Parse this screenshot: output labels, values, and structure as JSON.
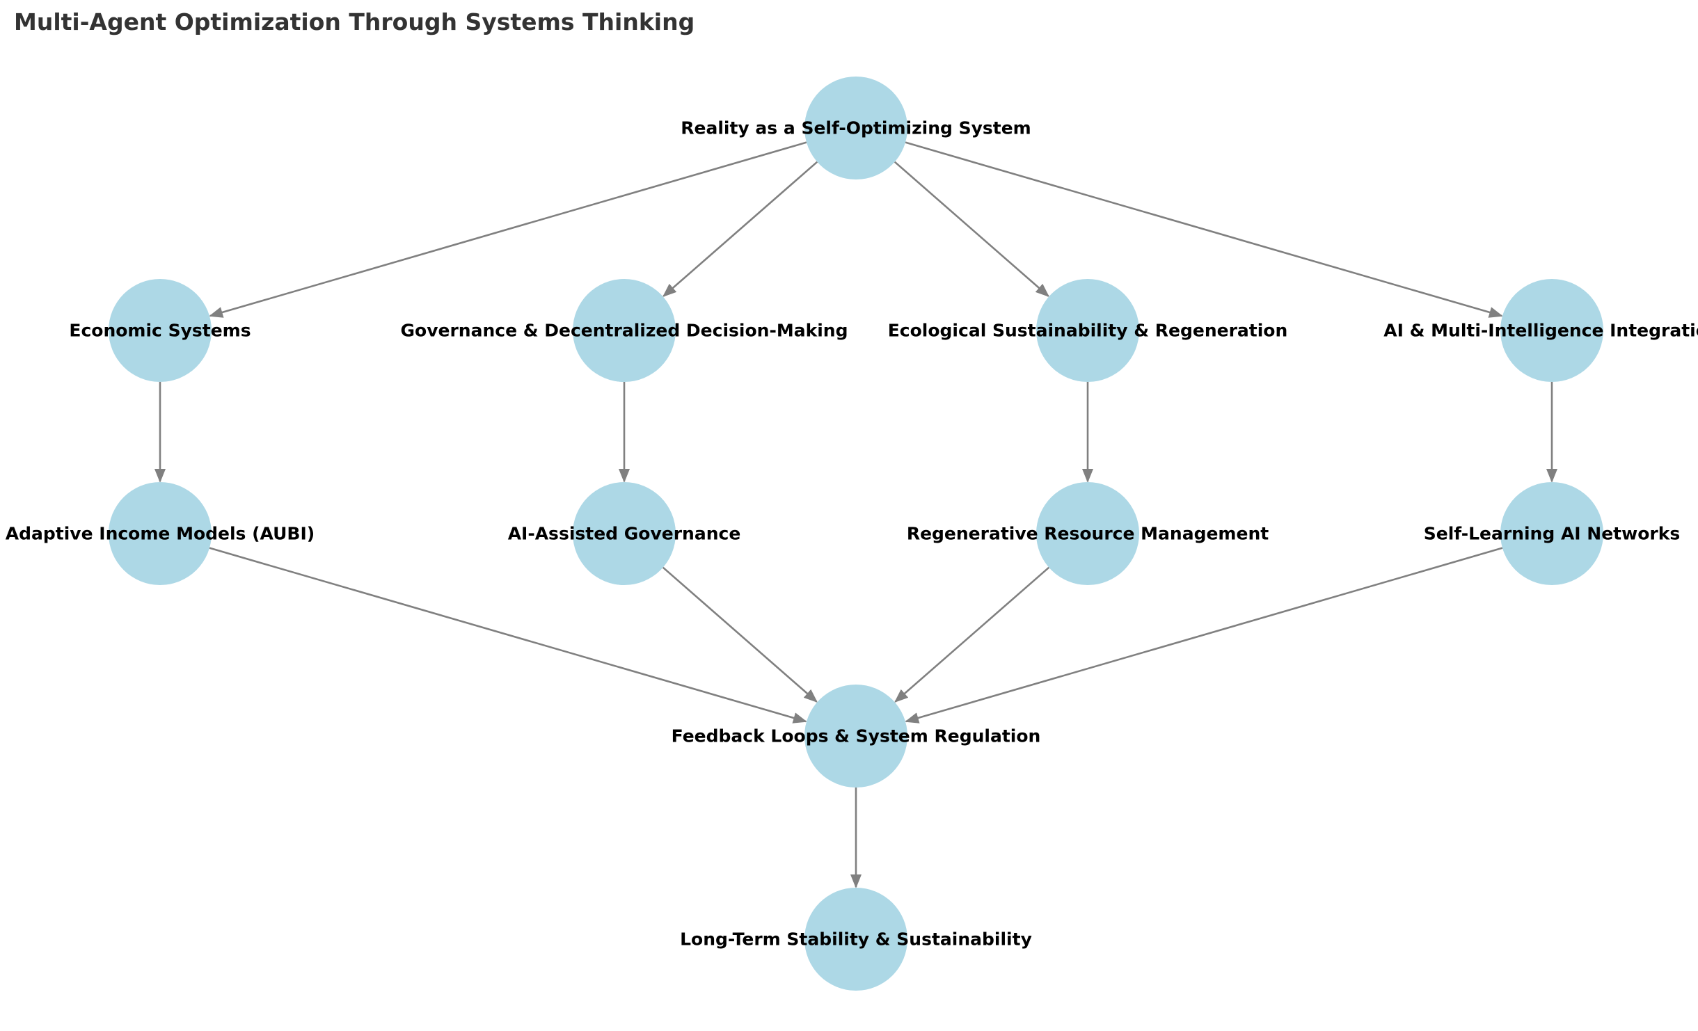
{
  "title": "Multi-Agent Optimization Through Systems Thinking",
  "colors": {
    "node_fill": "#add8e6",
    "edge_stroke": "#808080",
    "label_text": "#000000",
    "title_text": "#333333"
  },
  "nodes": [
    {
      "id": "reality",
      "label": "Reality as a Self-Optimizing System"
    },
    {
      "id": "economic",
      "label": "Economic Systems"
    },
    {
      "id": "governance",
      "label": "Governance & Decentralized Decision-Making"
    },
    {
      "id": "ecological",
      "label": "Ecological Sustainability & Regeneration"
    },
    {
      "id": "ai_integration",
      "label": "AI & Multi-Intelligence Integration"
    },
    {
      "id": "aubi",
      "label": "Adaptive Income Models (AUBI)"
    },
    {
      "id": "ai_governance",
      "label": "AI-Assisted Governance"
    },
    {
      "id": "regenerative",
      "label": "Regenerative Resource Management"
    },
    {
      "id": "self_learning",
      "label": "Self-Learning AI Networks"
    },
    {
      "id": "feedback",
      "label": "Feedback Loops & System Regulation"
    },
    {
      "id": "stability",
      "label": "Long-Term Stability & Sustainability"
    }
  ],
  "edges": [
    {
      "from": "reality",
      "to": "economic"
    },
    {
      "from": "reality",
      "to": "governance"
    },
    {
      "from": "reality",
      "to": "ecological"
    },
    {
      "from": "reality",
      "to": "ai_integration"
    },
    {
      "from": "economic",
      "to": "aubi"
    },
    {
      "from": "governance",
      "to": "ai_governance"
    },
    {
      "from": "ecological",
      "to": "regenerative"
    },
    {
      "from": "ai_integration",
      "to": "self_learning"
    },
    {
      "from": "aubi",
      "to": "feedback"
    },
    {
      "from": "ai_governance",
      "to": "feedback"
    },
    {
      "from": "regenerative",
      "to": "feedback"
    },
    {
      "from": "self_learning",
      "to": "feedback"
    },
    {
      "from": "feedback",
      "to": "stability"
    }
  ]
}
